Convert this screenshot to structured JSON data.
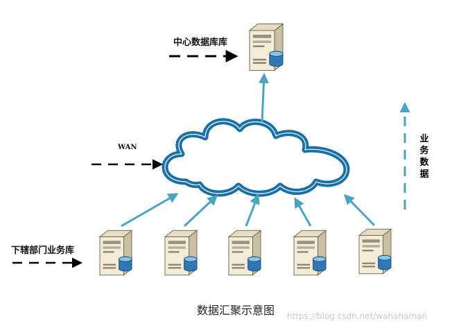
{
  "labels": {
    "central_db": "中心数据库库",
    "wan": "WAN",
    "subordinate_db": "下辖部门业务库",
    "business_data": "业务数据",
    "caption": "数据汇聚示意图",
    "watermark": "https://blog.csdn.net/wahahaman"
  },
  "colors": {
    "cloud_stroke": "#1a6fa6",
    "cloud_fill": "#ffffff",
    "arrow_blue": "#4aa3bf",
    "dashed_black": "#000000",
    "server_body": "#f2ecd9",
    "server_shadow": "#c9bfa2",
    "disk": "#2f78b4"
  },
  "icons": [
    "server-icon",
    "database-icon",
    "cloud-icon"
  ]
}
